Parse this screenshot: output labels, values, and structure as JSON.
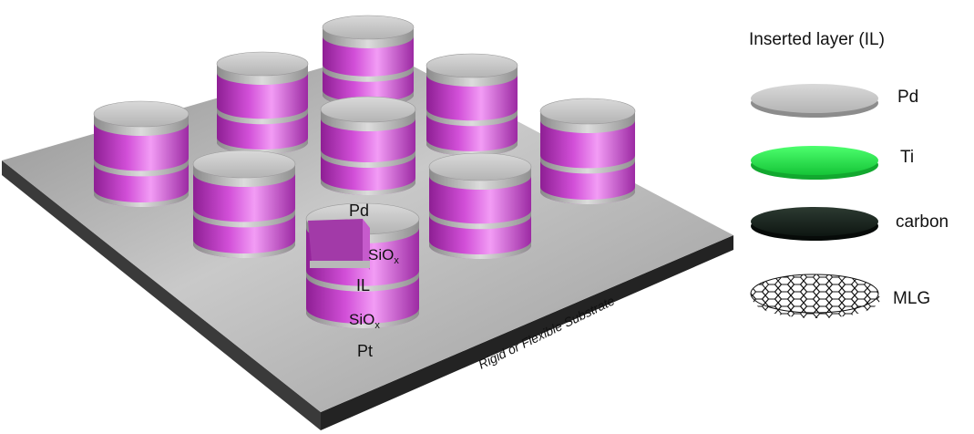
{
  "cell_labels": {
    "top": "Pd",
    "upper_oxide": "SiO",
    "upper_oxide_sub": "x",
    "inserted_layer": "IL",
    "lower_oxide": "SiO",
    "lower_oxide_sub": "x",
    "bottom": "Pt"
  },
  "substrate_label": "Rigid or Flexible Substrate",
  "legend": {
    "title": "Inserted layer (IL)",
    "items": [
      {
        "label": "Pd",
        "color": "#bdbdbd"
      },
      {
        "label": "Ti",
        "color": "#22e04a"
      },
      {
        "label": "carbon",
        "color": "#1c2a22"
      },
      {
        "label": "MLG",
        "color": "#ffffff"
      }
    ]
  },
  "colors": {
    "oxide": "#d050d6",
    "metal": "#c4c4c4",
    "substrate_top": "#a9a9a9",
    "substrate_edge": "#2b2b2b"
  }
}
